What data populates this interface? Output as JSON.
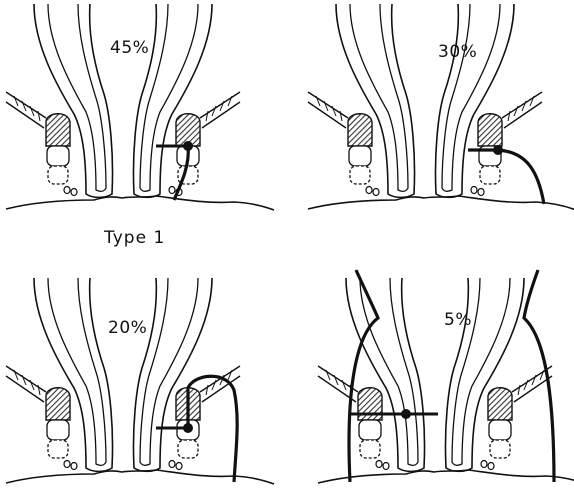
{
  "panels": [
    {
      "id": "panel-1",
      "percent": "45%",
      "caption": "Type 1"
    },
    {
      "id": "panel-2",
      "percent": "30%"
    },
    {
      "id": "panel-3",
      "percent": "20%"
    },
    {
      "id": "panel-4",
      "percent": "5%"
    }
  ],
  "colors": {
    "ink": "#111111",
    "paper": "#ffffff",
    "hatch": "#333333"
  }
}
